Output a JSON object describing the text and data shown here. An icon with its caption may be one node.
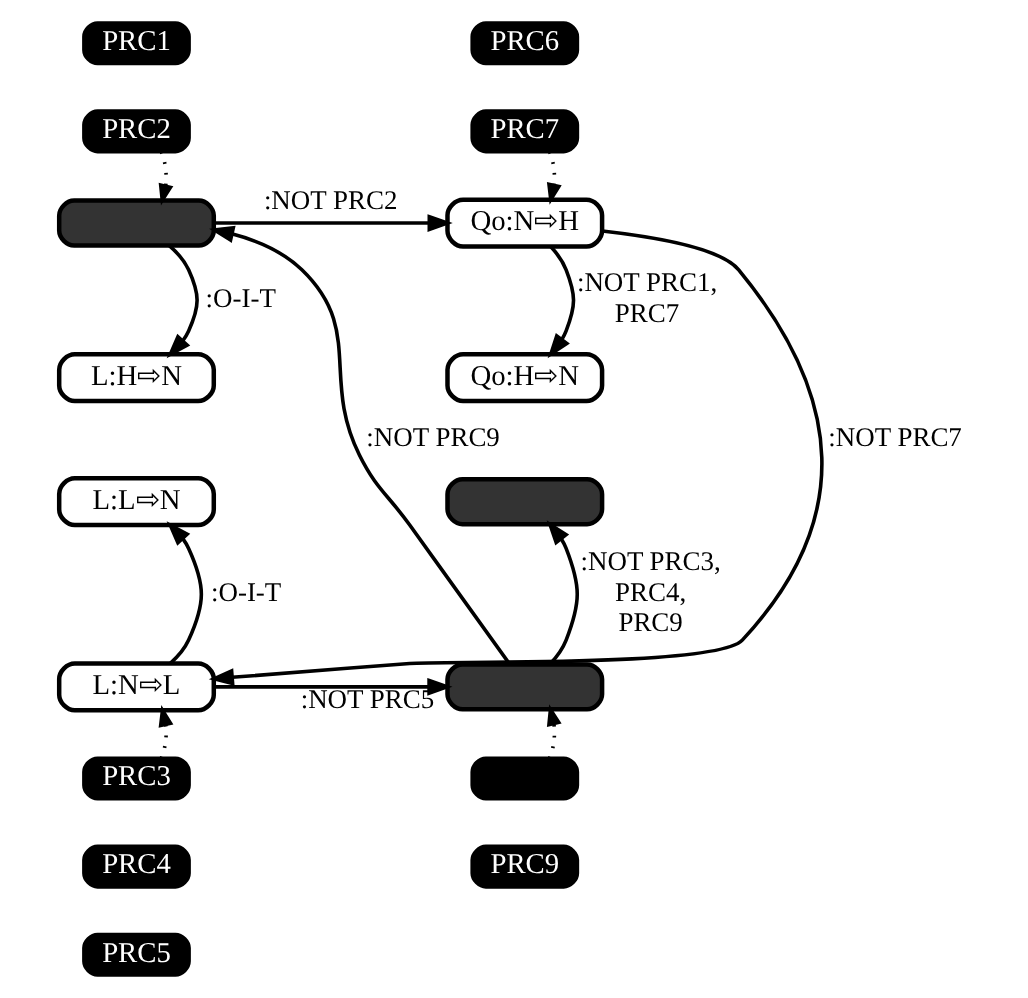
{
  "diagram": {
    "nodes": [
      {
        "text": [
          "PRC1"
        ]
      },
      {
        "text": [
          "PRC2"
        ]
      },
      {
        "text": [
          "PRC6"
        ]
      },
      {
        "text": [
          "PRC7"
        ]
      },
      {
        "text": [],
        "shape": "box"
      },
      {
        "text": [
          "Qo:N⇨H"
        ]
      },
      {
        "text": [
          "L:H⇨N"
        ]
      },
      {
        "text": [
          "Qo:H⇨N"
        ]
      },
      {
        "text": [
          "L:L⇨N"
        ]
      },
      {
        "text": [],
        "shape": "box"
      },
      {
        "text": [
          "L:N⇨L"
        ]
      },
      {
        "text": [],
        "shape": "box"
      },
      {
        "text": [
          "PRC3"
        ]
      },
      {
        "text": [
          "PRC4"
        ]
      },
      {
        "text": [
          "PRC5"
        ]
      },
      {
        "text": [],
        "shape": "box"
      },
      {
        "text": [
          "PRC9"
        ]
      }
    ],
    "edges": [
      {
        "from": 1,
        "to": 4,
        "arrow": "to",
        "style": "dashed"
      },
      {
        "from": 3,
        "to": 5,
        "arrow": "to",
        "style": "dashed"
      },
      {
        "from": 4,
        "to": 5,
        "arrow": "to",
        "label": ":NOT PRC2"
      },
      {
        "from": 11,
        "to": 4,
        "arrow": "to",
        "label": ":NOT PRC9"
      },
      {
        "from": 4,
        "to": 6,
        "arrow": "to",
        "label": ":O-I-T"
      },
      {
        "from": 5,
        "to": 7,
        "arrow": "to",
        "label": ":NOT PRC1, PRC7"
      },
      {
        "from": 5,
        "to": 10,
        "arrow": "to",
        "label": ":NOT PRC7"
      },
      {
        "from": 10,
        "to": 8,
        "arrow": "to",
        "label": ":O-I-T"
      },
      {
        "from": 10,
        "to": 11,
        "arrow": "to",
        "label": ":NOT PRC5"
      },
      {
        "from": 11,
        "to": 9,
        "arrow": "to",
        "label": ":NOT PRC3, PRC4, PRC9"
      },
      {
        "from": 12,
        "to": 10,
        "arrow": "to",
        "style": "dashed"
      },
      {
        "from": 15,
        "to": 11,
        "arrow": "to",
        "style": "dashed"
      }
    ]
  }
}
